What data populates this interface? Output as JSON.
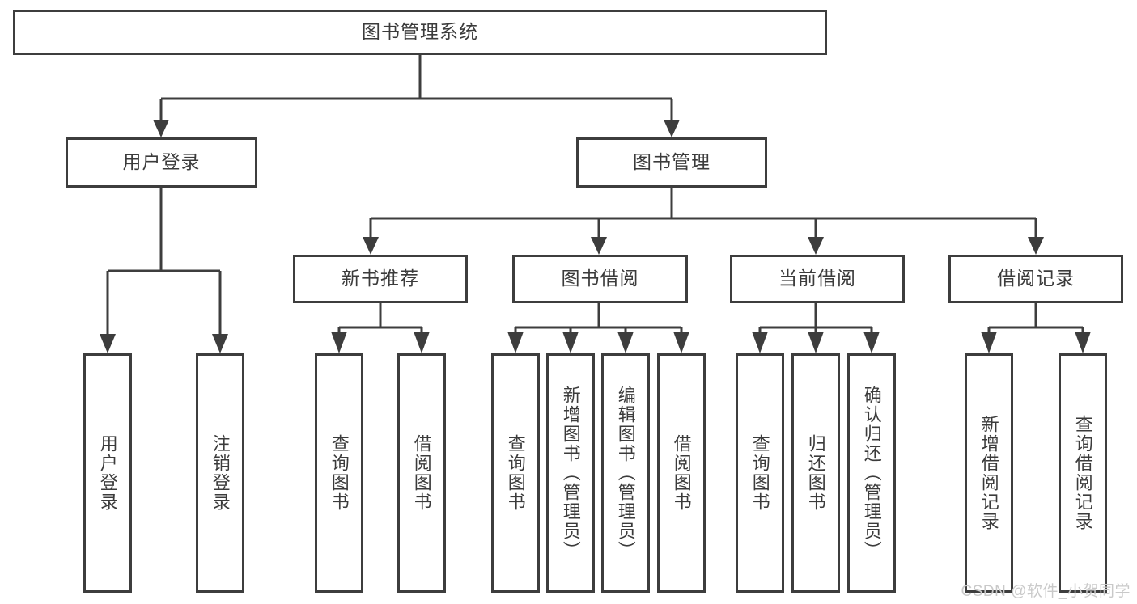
{
  "diagram": {
    "type": "tree",
    "title": "图书管理系统",
    "root": {
      "label": "图书管理系统"
    },
    "level2": [
      {
        "label": "用户登录"
      },
      {
        "label": "图书管理"
      }
    ],
    "level3": [
      {
        "label": "新书推荐"
      },
      {
        "label": "图书借阅"
      },
      {
        "label": "当前借阅"
      },
      {
        "label": "借阅记录"
      }
    ],
    "leaves": {
      "user_login": [
        {
          "label": "用户登录"
        },
        {
          "label": "注销登录"
        }
      ],
      "new_book_recommend": [
        {
          "label": "查询图书"
        },
        {
          "label": "借阅图书"
        }
      ],
      "book_borrow": [
        {
          "label": "查询图书"
        },
        {
          "label": "新增图书（管理员）"
        },
        {
          "label": "编辑图书（管理员）"
        },
        {
          "label": "借阅图书"
        }
      ],
      "current_borrow": [
        {
          "label": "查询图书"
        },
        {
          "label": "归还图书"
        },
        {
          "label": "确认归还（管理员）"
        }
      ],
      "borrow_record": [
        {
          "label": "新增借阅记录"
        },
        {
          "label": "查询借阅记录"
        }
      ]
    }
  },
  "watermark": {
    "text": "CSDN @软件_小贺同学"
  },
  "colors": {
    "stroke": "#3d3d3d",
    "text": "#3b3b3b",
    "background": "#ffffff",
    "watermark": "#c9c9c9"
  }
}
